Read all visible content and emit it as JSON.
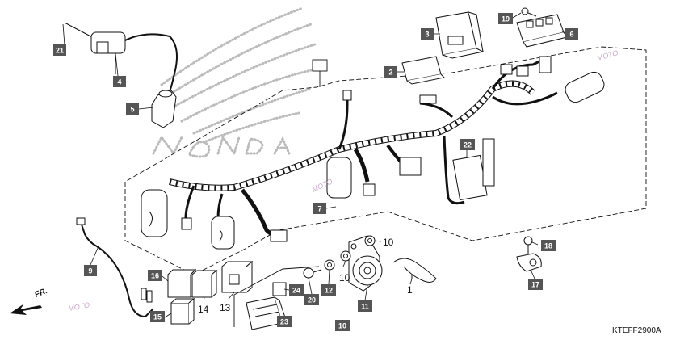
{
  "diagram_code": "KTEFF2900A",
  "front_marker": "FR.",
  "colors": {
    "callout_fill": "#555555",
    "line": "#111111",
    "logo_dots": "#bbbbbb",
    "watermark": "#c9a6c9"
  },
  "callouts_boxed": {
    "c21": "21",
    "c4": "4",
    "c5": "5",
    "c3": "3",
    "c2": "2",
    "c19": "19",
    "c6": "6",
    "c22": "22",
    "c7": "7",
    "c9": "9",
    "c16": "16",
    "c15": "15",
    "c24": "24",
    "c12": "12",
    "c20": "20",
    "c23": "23",
    "c11": "11",
    "c10": "10",
    "c18": "18",
    "c17": "17"
  },
  "labels_plain": {
    "n10a": "10",
    "n10b": "10",
    "n1": "1",
    "n14": "14",
    "n13": "13"
  },
  "watermark_text": "MOTO"
}
